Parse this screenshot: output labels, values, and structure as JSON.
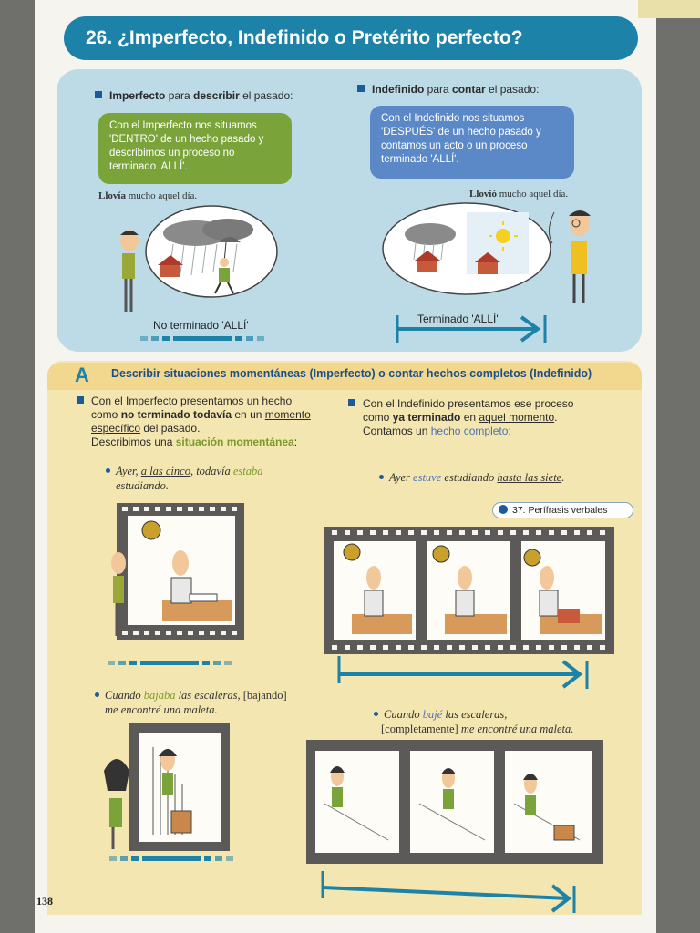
{
  "header": {
    "title": "26. ¿Imperfecto, Indefinido o Pretérito perfecto?"
  },
  "intro": {
    "imperfecto_head": {
      "bold": "Imperfecto",
      "mid": " para ",
      "verb": "describir",
      "rest": " el pasado:"
    },
    "indefinido_head": {
      "bold": "Indefinido",
      "mid": " para ",
      "verb": "contar",
      "rest": " el pasado:"
    },
    "bubble_imperfecto": "Con el Imperfecto nos situamos 'DENTRO' de un hecho pasado y describimos un proceso no terminado 'ALLÍ'.",
    "bubble_indefinido": "Con el Indefinido nos situamos 'DESPUÉS' de un hecho pasado y contamos un acto o un proceso terminado 'ALLÍ'.",
    "quote_left_verb": "Llovía",
    "quote_left_rest": " mucho aquel día.",
    "quote_right_verb": "Llovió",
    "quote_right_rest": " mucho aquel día.",
    "caption_left": "No terminado 'ALLÍ'",
    "caption_right": "Terminado 'ALLÍ'"
  },
  "section_a": {
    "letter": "A",
    "title": "Describir situaciones momentáneas (Imperfecto) o contar hechos completos (Indefinido)",
    "left_text": {
      "l1": "Con el Imperfecto presentamos un hecho",
      "l2a": "como ",
      "l2b": "no terminado todavía",
      "l2c": " en un ",
      "l2d": "momento",
      "l3a": "específico",
      "l3b": " del pasado.",
      "l4a": "Describimos una ",
      "l4b": "situación momentánea",
      "l4c": ":"
    },
    "right_text": {
      "l1": "Con el Indefinido presentamos ese proceso",
      "l2a": "como ",
      "l2b": "ya terminado",
      "l2c": " en ",
      "l2d": "aquel momento",
      "l2e": ".",
      "l3a": "Contamos un ",
      "l3b": "hecho completo",
      "l3c": ":"
    },
    "example1_left": {
      "a": "Ayer, ",
      "b": "a las cinco",
      "c": ", todavía ",
      "d": "estaba",
      "e": "estudiando."
    },
    "example1_right": {
      "a": "Ayer ",
      "b": "estuve",
      "c": " estudiando ",
      "d": "hasta las siete",
      "e": "."
    },
    "ref_tag": "37. Perífrasis verbales",
    "example2_left": {
      "a": "Cuando ",
      "b": "bajaba",
      "c": " las escaleras, ",
      "d": "[bajando]",
      "e": "me encontré una maleta."
    },
    "example2_right": {
      "a": "Cuando ",
      "b": "bajé",
      "c": " las escaleras,",
      "d": "[completamente]",
      "e": " me encontré una maleta."
    }
  },
  "page_number": "138",
  "colors": {
    "title_bar": "#1d82a8",
    "blue_panel": "#bcdbe6",
    "yellow_panel": "#f4e6b0",
    "green_bubble": "#7aa43a",
    "blue_bubble": "#5b88c7",
    "arrow": "#1d82a8"
  }
}
